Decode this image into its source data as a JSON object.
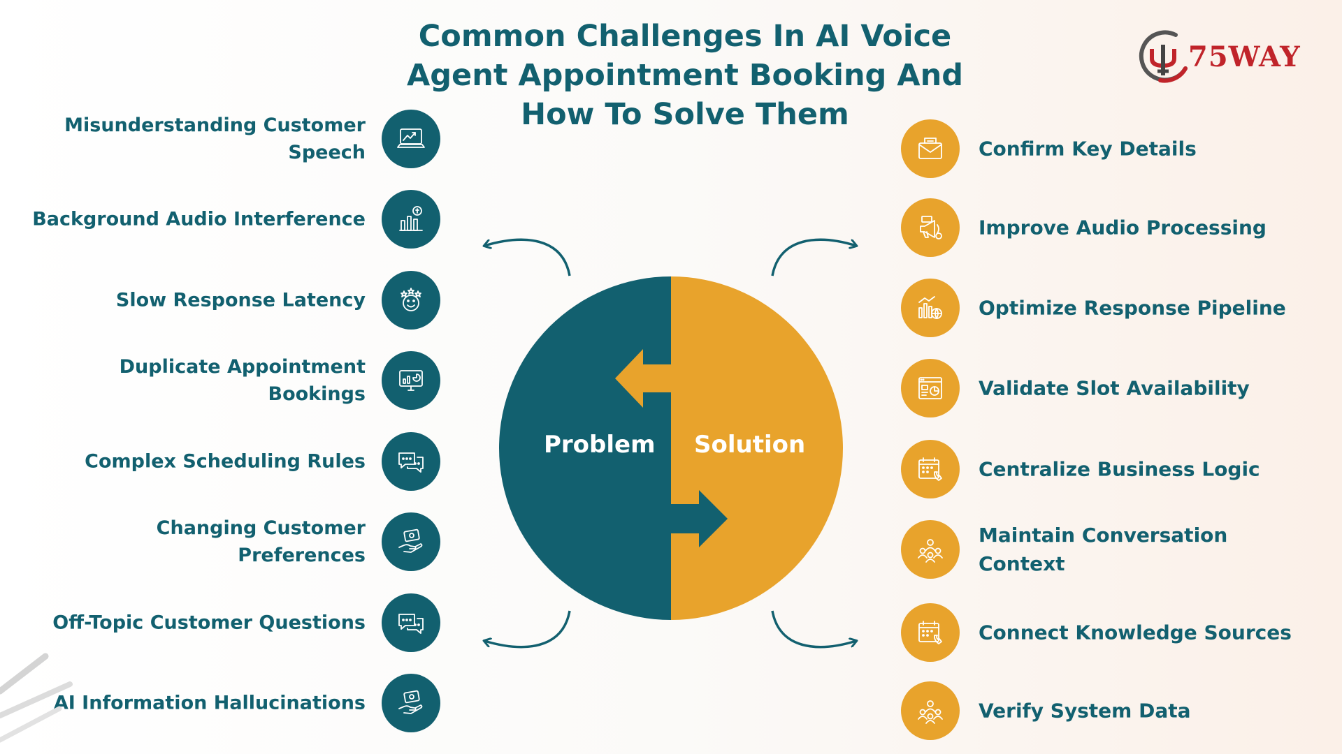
{
  "title": "Common Challenges In AI Voice Agent Appointment Booking And How To Solve Them",
  "logo": {
    "text": "75WAY"
  },
  "center": {
    "left_label": "Problem",
    "right_label": "Solution"
  },
  "problems": [
    {
      "label": "Misunderstanding Customer Speech",
      "icon": "laptop-ads-icon"
    },
    {
      "label": "Background Audio Interference",
      "icon": "bar-chart-dollar-icon"
    },
    {
      "label": "Slow Response Latency",
      "icon": "happy-face-stars-icon"
    },
    {
      "label": "Duplicate Appointment Bookings",
      "icon": "monitor-chart-icon"
    },
    {
      "label": "Complex Scheduling Rules",
      "icon": "chat-bubbles-icon"
    },
    {
      "label": "Changing Customer Preferences",
      "icon": "hand-money-icon"
    },
    {
      "label": "Off-Topic Customer Questions",
      "icon": "chat-bubbles-icon"
    },
    {
      "label": "AI Information Hallucinations",
      "icon": "hand-money-icon"
    }
  ],
  "solutions": [
    {
      "label": "Confirm Key Details",
      "icon": "envelope-icon"
    },
    {
      "label": "Improve Audio Processing",
      "icon": "megaphone-icon"
    },
    {
      "label": "Optimize Response Pipeline",
      "icon": "chart-globe-icon"
    },
    {
      "label": "Validate Slot Availability",
      "icon": "browser-dashboard-icon"
    },
    {
      "label": "Centralize Business Logic",
      "icon": "calendar-phone-icon"
    },
    {
      "label": "Maintain Conversation Context",
      "icon": "team-icon"
    },
    {
      "label": "Connect Knowledge Sources",
      "icon": "calendar-phone-icon"
    },
    {
      "label": "Verify System Data",
      "icon": "team-icon"
    }
  ],
  "colors": {
    "teal": "#12606f",
    "gold": "#e8a32c",
    "red": "#c0242a"
  }
}
